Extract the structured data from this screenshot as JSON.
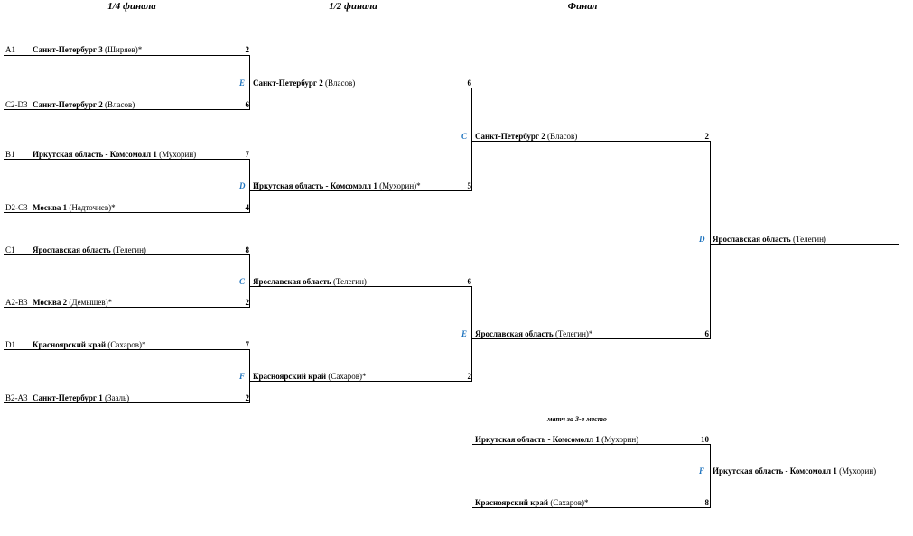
{
  "headers": {
    "qf": "1/4 финала",
    "sf": "1/2 финала",
    "final": "Финал",
    "third": "матч за 3-е место"
  },
  "qf": [
    {
      "seed": "A1",
      "team": "Санкт-Петербург 3",
      "player": "(Ширяев)*",
      "score": "2"
    },
    {
      "seed": "C2-D3",
      "team": "Санкт-Петербург 2",
      "player": "(Власов)",
      "score": "6"
    },
    {
      "seed": "B1",
      "team": "Иркутская область - Комсомолл 1",
      "player": "(Мухорин)",
      "score": "7"
    },
    {
      "seed": "D2-C3",
      "team": "Москва 1",
      "player": "(Надточиев)*",
      "score": "4"
    },
    {
      "seed": "C1",
      "team": "Ярославская область",
      "player": "(Телегин)",
      "score": "8"
    },
    {
      "seed": "A2-B3",
      "team": "Москва 2",
      "player": "(Демышев)*",
      "score": "2"
    },
    {
      "seed": "D1",
      "team": "Красноярский край",
      "player": "(Сахаров)*",
      "score": "7"
    },
    {
      "seed": "B2-A3",
      "team": "Санкт-Петербург 1",
      "player": "(Зааль)",
      "score": "2"
    }
  ],
  "sf": [
    {
      "court": "E",
      "team": "Санкт-Петербург 2",
      "player": "(Власов)",
      "score": "6"
    },
    {
      "court": "D",
      "team": "Иркутская область - Комсомолл 1",
      "player": "(Мухорин)*",
      "score": "5"
    },
    {
      "court": "C",
      "team": "Ярославская область",
      "player": "(Телегин)",
      "score": "6"
    },
    {
      "court": "F",
      "team": "Красноярский край",
      "player": "(Сахаров)*",
      "score": "2"
    }
  ],
  "final": [
    {
      "court": "C",
      "team": "Санкт-Петербург 2",
      "player": "(Власов)",
      "score": "2"
    },
    {
      "court": "E",
      "team": "Ярославская область",
      "player": "(Телегин)*",
      "score": "6"
    }
  ],
  "champion": {
    "court": "D",
    "team": "Ярославская область",
    "player": "(Телегин)"
  },
  "third_place": [
    {
      "team": "Иркутская область - Комсомолл 1",
      "player": "(Мухорин)",
      "score": "10"
    },
    {
      "team": "Красноярский край",
      "player": "(Сахаров)*",
      "score": "8"
    }
  ],
  "third_winner": {
    "court": "F",
    "team": "Иркутская область - Комсомолл 1",
    "player": "(Мухорин)"
  }
}
